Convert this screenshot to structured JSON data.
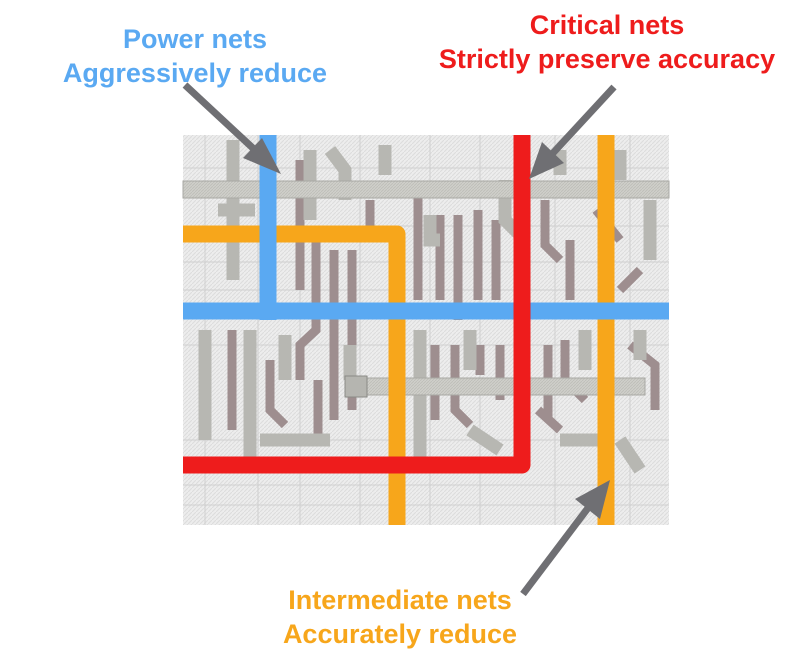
{
  "colors": {
    "power": "#5aa9f2",
    "critical": "#ee1c1c",
    "intermediate": "#f7a61b",
    "arrow": "#6f6f73",
    "layout_bg": "#eeeeee",
    "metal": "#c7c7c2",
    "poly": "#b9a9aa"
  },
  "labels": {
    "power": {
      "line1": "Power nets",
      "line2": "Aggressively reduce"
    },
    "critical": {
      "line1": "Critical nets",
      "line2": "Strictly preserve accuracy"
    },
    "intermediate": {
      "line1": "Intermediate nets",
      "line2": "Accurately reduce"
    }
  },
  "icons": [
    "power-arrow-icon",
    "critical-arrow-icon",
    "intermediate-arrow-icon"
  ]
}
